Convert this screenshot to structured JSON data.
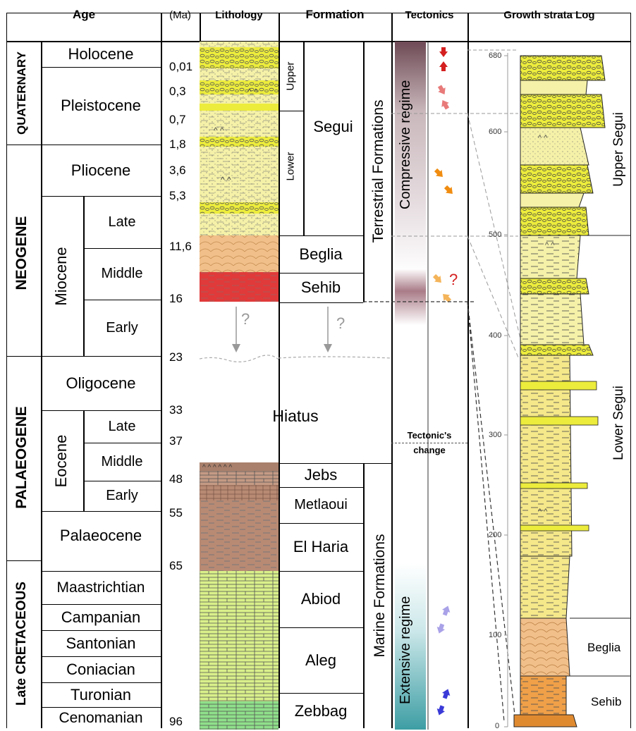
{
  "headers": {
    "age": "Age",
    "ma": "(Ma)",
    "lithology": "Lithology",
    "formation": "Formation",
    "tectonics": "Tectonics",
    "log": "Growth strata Log"
  },
  "eras": [
    "QUATERNARY",
    "NEOGENE",
    "PALAEOGENE",
    "Late CRETACEOUS"
  ],
  "epochs": {
    "holocene": "Holocene",
    "pleistocene": "Pleistocene",
    "pliocene": "Pliocene",
    "miocene": "Miocene",
    "oligocene": "Oligocene",
    "eocene": "Eocene",
    "palaeocene": "Palaeocene"
  },
  "subepochs": {
    "mio_late": "Late",
    "mio_middle": "Middle",
    "mio_early": "Early",
    "eo_late": "Late",
    "eo_middle": "Middle",
    "eo_early": "Early"
  },
  "stages": [
    "Maastrichtian",
    "Campanian",
    "Santonian",
    "Coniacian",
    "Turonian",
    "Cenomanian"
  ],
  "ma_values": [
    "0,01",
    "0,3",
    "0,7",
    "1,8",
    "3,6",
    "5,3",
    "11,6",
    "16",
    "23",
    "33",
    "37",
    "48",
    "55",
    "65",
    "96"
  ],
  "formations": {
    "segui": "Segui",
    "upper": "Upper",
    "lower": "Lower",
    "beglia": "Beglia",
    "sehib": "Sehib",
    "hiatus": "Hiatus",
    "jebs": "Jebs",
    "metlaoui": "Metlaoui",
    "el_haria": "El Haria",
    "abiod": "Abiod",
    "aleg": "Aleg",
    "zebbag": "Zebbag",
    "terrestrial": "Terrestrial Formations",
    "marine": "Marine Formations",
    "question": "?"
  },
  "tectonics": {
    "compressive": "Compressive regime",
    "extensive": "Extensive regime",
    "change_line1": "Tectonic's",
    "change_line2": "change",
    "question": "?"
  },
  "log": {
    "ticks": [
      "680",
      "600",
      "500",
      "400",
      "300",
      "200",
      "100",
      "0"
    ],
    "upper_segui": "Upper Segui",
    "lower_segui": "Lower Segui",
    "beglia": "Beglia",
    "sehib": "Sehib"
  },
  "colors": {
    "pale_yellow": "#f2ee9a",
    "bright_yellow": "#ecec3c",
    "beglia_orange": "#f1c08a",
    "sehib_red": "#e03a3a",
    "brown": "#b88a74",
    "lime": "#d9f08a",
    "green": "#8fe08a",
    "compressive": "#9b7a84",
    "extensive": "#5fb4b8"
  }
}
